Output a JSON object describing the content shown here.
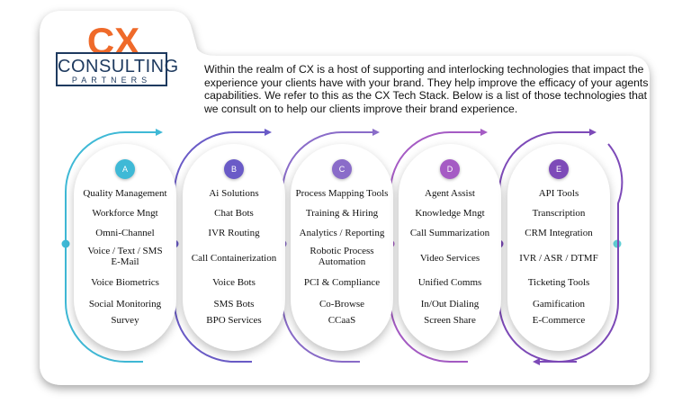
{
  "logo": {
    "mark": "CX",
    "name": "CONSULTING",
    "tagline": "PARTNERS",
    "colors": {
      "orange": "#ef6a2a",
      "navy": "#1e3a5f"
    }
  },
  "intro": "Within the realm of CX is a host of supporting and interlocking technologies that impact the experience your clients have with your brand. They help improve the efficacy of your agents capabilities. We refer to this as the CX Tech Stack.  Below is a list of those technologies that we consult on to help our clients improve their brand experience.",
  "columns": [
    {
      "letter": "A",
      "color": "#3fb9d6",
      "items": [
        "Quality Management",
        "Workforce Mngt",
        "Omni-Channel",
        "Voice / Text / SMS\nE-Mail",
        "Voice Biometrics",
        "Social Monitoring",
        "Survey"
      ]
    },
    {
      "letter": "B",
      "color": "#6a5bc7",
      "items": [
        "Ai Solutions",
        "Chat Bots",
        "IVR Routing",
        "Call Containerization",
        "Voice Bots",
        "SMS Bots",
        "BPO Services"
      ]
    },
    {
      "letter": "C",
      "color": "#8a6cc9",
      "items": [
        "Process Mapping Tools",
        "Training & Hiring",
        "Analytics / Reporting",
        "Robotic Process\nAutomation",
        "PCI & Compliance",
        "Co-Browse",
        "CCaaS"
      ]
    },
    {
      "letter": "D",
      "color": "#a55bc4",
      "items": [
        "Agent Assist",
        "Knowledge Mngt",
        "Call Summarization",
        "Video Services",
        "Unified Comms",
        "In/Out Dialing",
        "Screen Share"
      ]
    },
    {
      "letter": "E",
      "color": "#7d4ab8",
      "items": [
        "API Tools",
        "Transcription",
        "CRM Integration",
        "IVR / ASR / DTMF",
        "Ticketing Tools",
        "Gamification",
        "E-Commerce"
      ]
    }
  ]
}
